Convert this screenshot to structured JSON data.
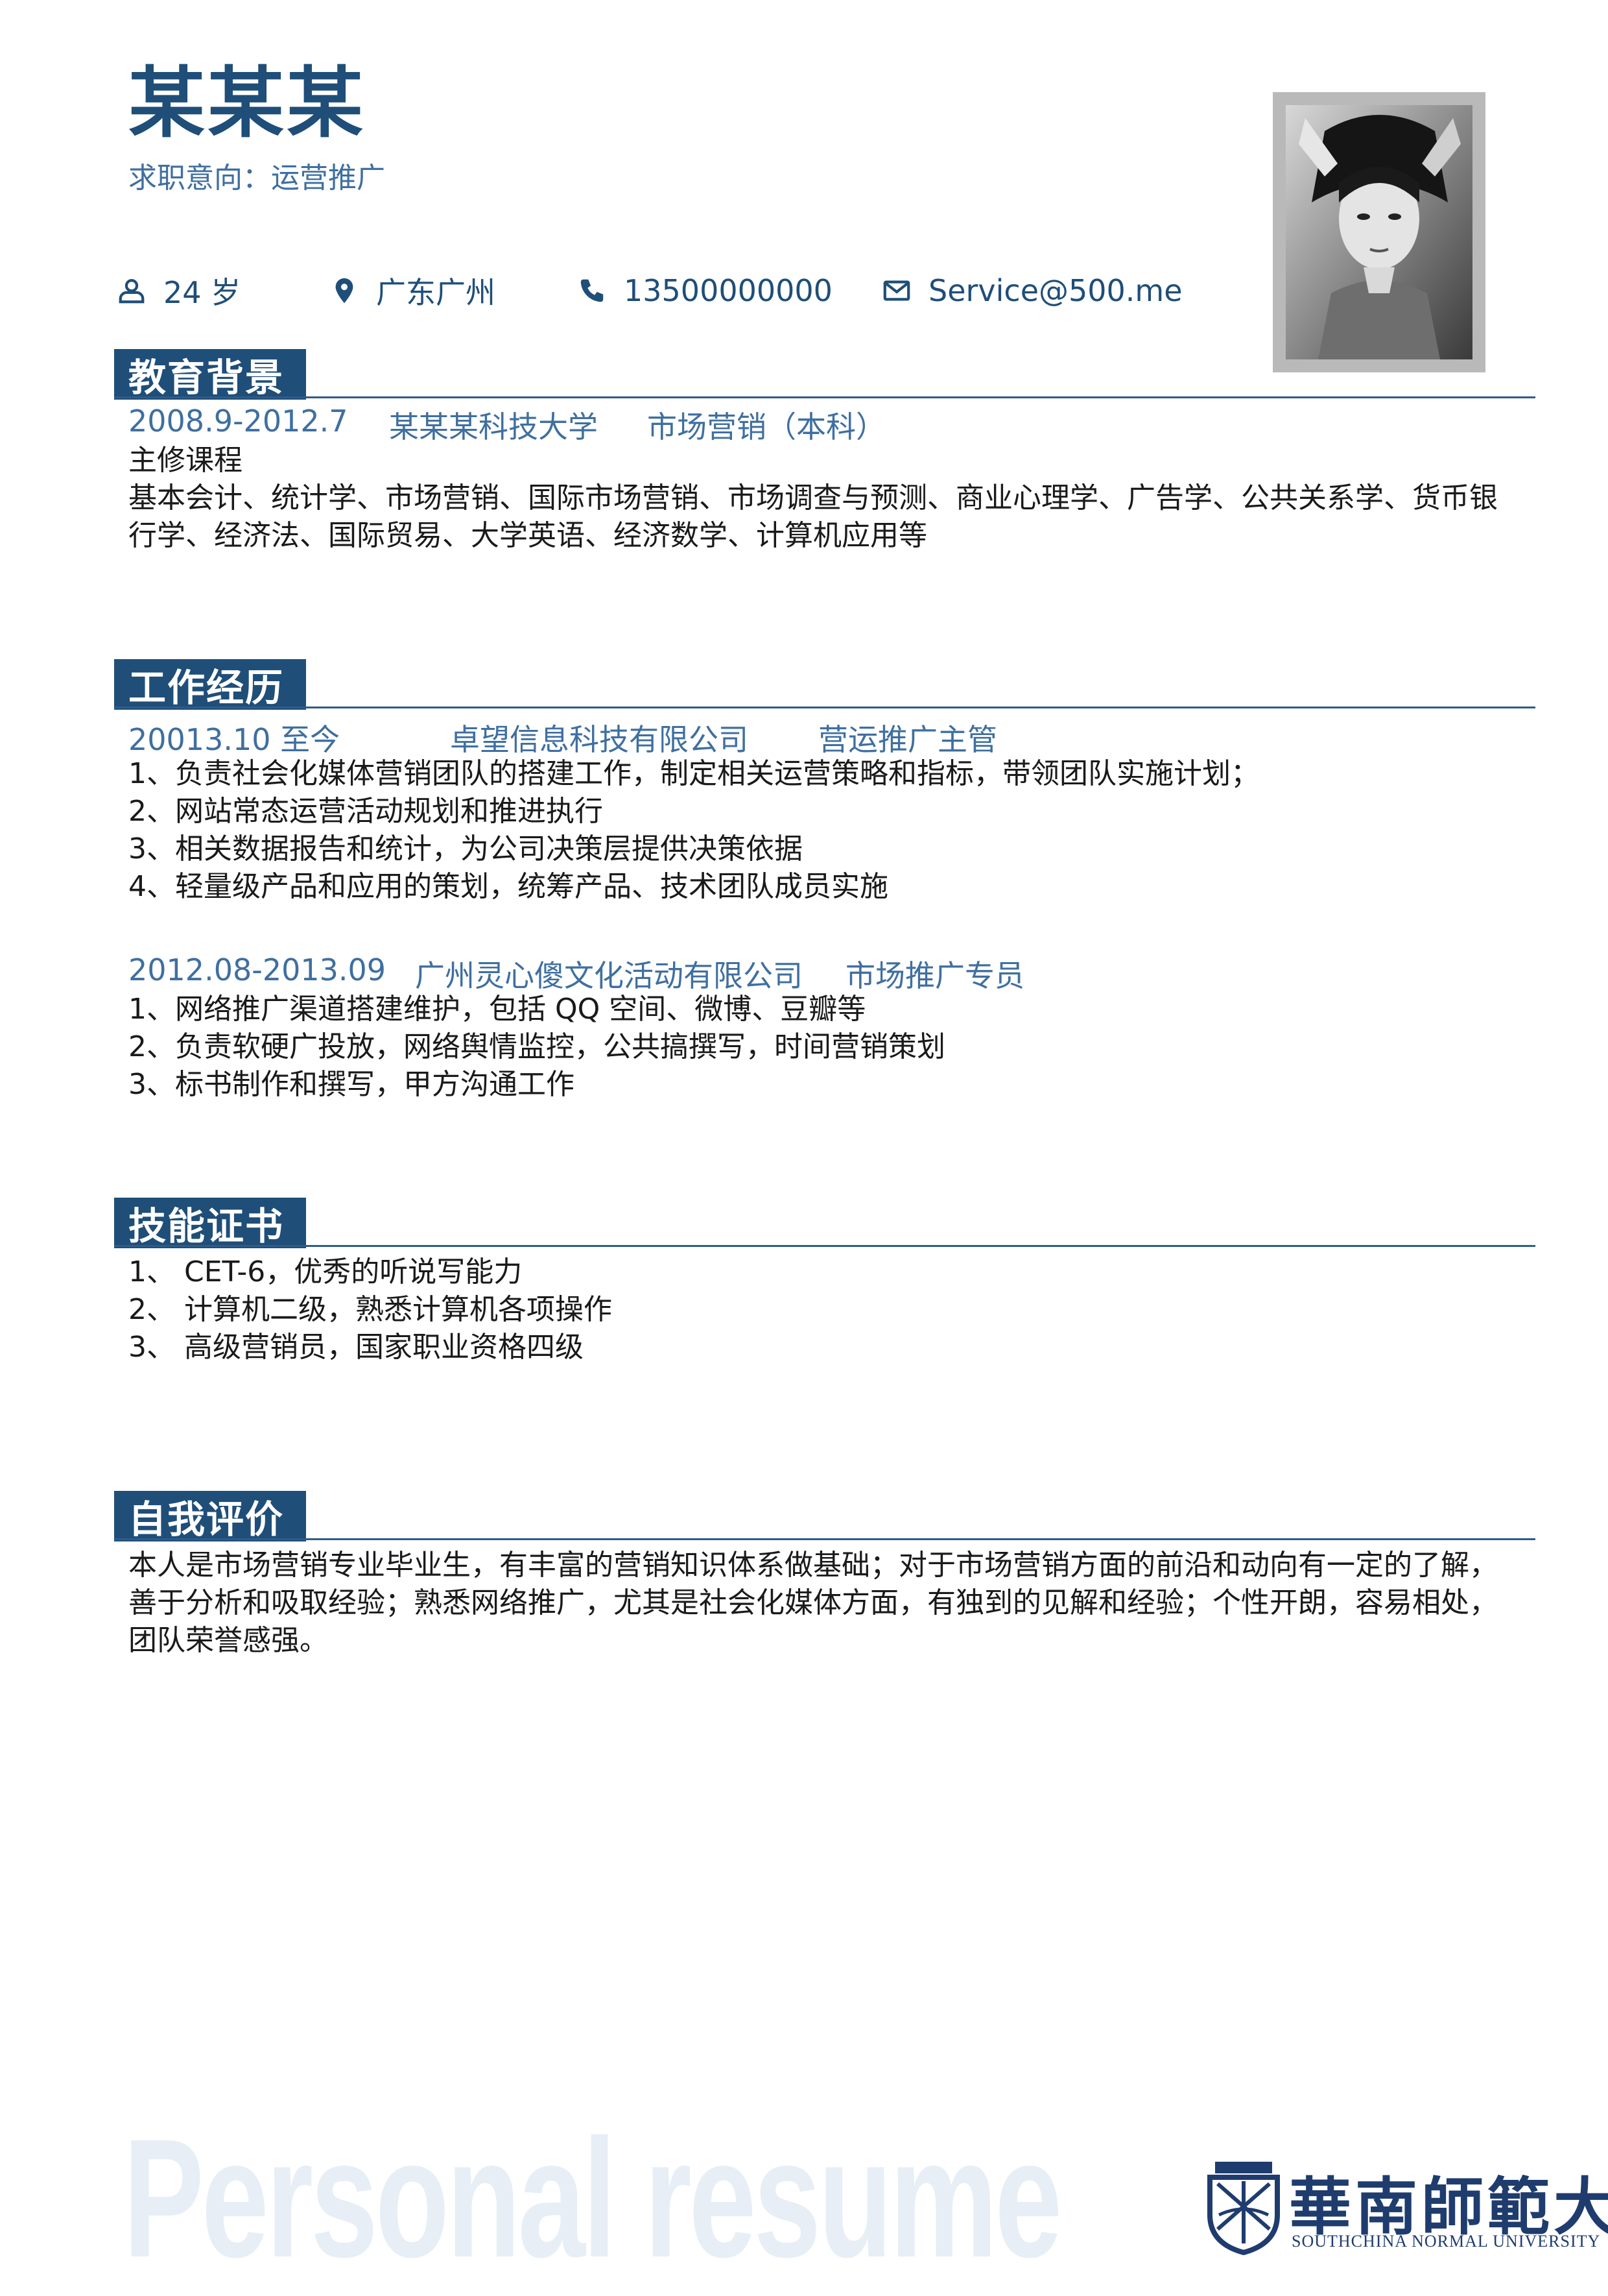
{
  "header": {
    "name": "某某某",
    "intent": "求职意向：运营推广"
  },
  "contact": {
    "age": "24 岁",
    "location": "广东广州",
    "phone": "13500000000",
    "email": "Service@500.me"
  },
  "education": {
    "title": "教育背景",
    "period": "2008.9-2012.7",
    "school": "某某某科技大学",
    "major": "市场营销（本科）",
    "courses_label": "主修课程",
    "courses": "基本会计、统计学、市场营销、国际市场营销、市场调查与预测、商业心理学、广告学、公共关系学、货币银行学、经济法、国际贸易、大学英语、经济数学、计算机应用等"
  },
  "work": {
    "title": "工作经历",
    "jobs": [
      {
        "period": "20013.10 至今",
        "company": "卓望信息科技有限公司",
        "role": "营运推广主管",
        "items": [
          "1、负责社会化媒体营销团队的搭建工作，制定相关运营策略和指标，带领团队实施计划；",
          "2、网站常态运营活动规划和推进执行",
          "3、相关数据报告和统计，为公司决策层提供决策依据",
          "4、轻量级产品和应用的策划，统筹产品、技术团队成员实施"
        ]
      },
      {
        "period": "2012.08-2013.09",
        "company": "广州灵心傻文化活动有限公司",
        "role": "市场推广专员",
        "items": [
          "1、网络推广渠道搭建维护，包括 QQ 空间、微博、豆瓣等",
          "2、负责软硬广投放，网络舆情监控，公共搞撰写，时间营销策划",
          "3、标书制作和撰写，甲方沟通工作"
        ]
      }
    ]
  },
  "skills": {
    "title": "技能证书",
    "items": [
      "1、  CET-6，优秀的听说写能力",
      "2、  计算机二级，熟悉计算机各项操作",
      "3、  高级营销员，国家职业资格四级"
    ]
  },
  "self_eval": {
    "title": "自我评价",
    "text": "本人是市场营销专业毕业生，有丰富的营销知识体系做基础；对于市场营销方面的前沿和动向有一定的了解，善于分析和吸取经验；熟悉网络推广，尤其是社会化媒体方面，有独到的见解和经验；个性开朗，容易相处，团队荣誉感强。"
  },
  "watermark": "Personal resume",
  "university": {
    "name_cn": "華南師範大學",
    "name_en": "SOUTHCHINA NORMAL UNIVERSITY"
  },
  "colors": {
    "primary": "#1f4e79",
    "accent": "#3f6fa0",
    "watermark": "#e7eef6"
  },
  "icons": [
    "user-icon",
    "location-pin-icon",
    "phone-icon",
    "mail-icon"
  ]
}
